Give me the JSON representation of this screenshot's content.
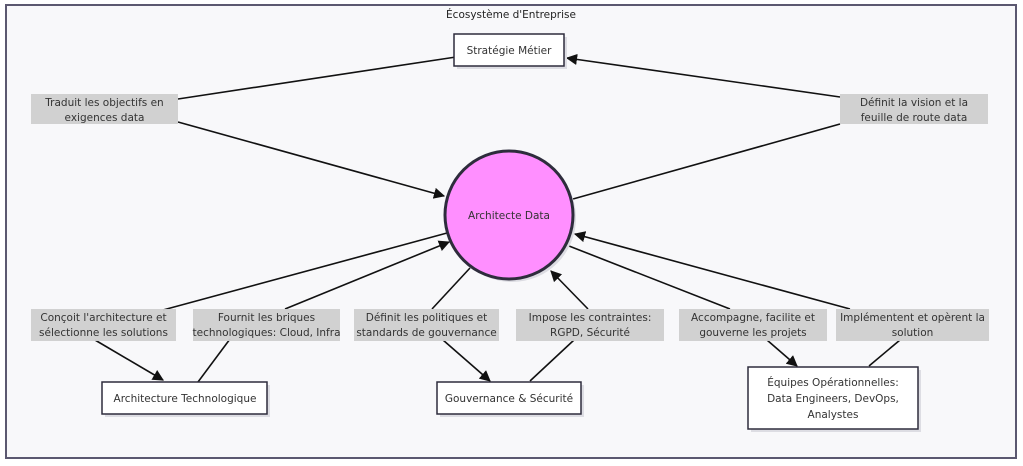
{
  "diagram": {
    "title": "Écosystème d'Entreprise",
    "colors": {
      "center_fill": "#ff8fff",
      "label_bg": "#cfcfcf",
      "frame_bg": "#f8f8fa",
      "border": "#2e2c3c"
    },
    "nodes": {
      "strategie": {
        "label": [
          "Stratégie Métier"
        ]
      },
      "architecte": {
        "label": [
          "Architecte Data"
        ]
      },
      "archi_techno": {
        "label": [
          "Architecture Technologique"
        ]
      },
      "gouvernance": {
        "label": [
          "Gouvernance & Sécurité"
        ]
      },
      "equipes": {
        "label": [
          "Équipes Opérationnelles:",
          "Data Engineers, DevOps,",
          "Analystes"
        ]
      }
    },
    "edges": [
      {
        "from": "strategie",
        "to": "architecte",
        "label": [
          "Traduit les objectifs en",
          "exigences data"
        ]
      },
      {
        "from": "architecte",
        "to": "strategie",
        "label": [
          "Définit la vision et la",
          "feuille de route data"
        ]
      },
      {
        "from": "architecte",
        "to": "archi_techno",
        "label": [
          "Conçoit l'architecture et",
          "sélectionne les solutions"
        ]
      },
      {
        "from": "archi_techno",
        "to": "architecte",
        "label": [
          "Fournit les briques",
          "technologiques: Cloud, Infra"
        ]
      },
      {
        "from": "architecte",
        "to": "gouvernance",
        "label": [
          "Définit les politiques et",
          "standards de gouvernance"
        ]
      },
      {
        "from": "gouvernance",
        "to": "architecte",
        "label": [
          "Impose les contraintes:",
          "RGPD, Sécurité"
        ]
      },
      {
        "from": "architecte",
        "to": "equipes",
        "label": [
          "Accompagne, facilite et",
          "gouverne les projets"
        ]
      },
      {
        "from": "equipes",
        "to": "architecte",
        "label": [
          "Implémentent et opèrent la",
          "solution"
        ]
      }
    ]
  }
}
